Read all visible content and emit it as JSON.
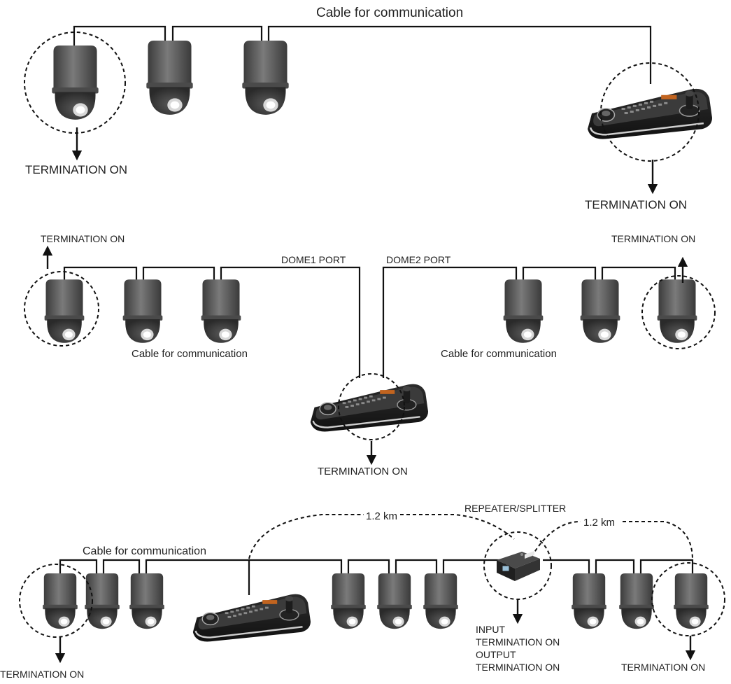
{
  "sections": [
    {
      "cable_label": "Cable for communication",
      "termination_cameras": "TERMINATION ON",
      "termination_keyboard": "TERMINATION ON"
    },
    {
      "termination_left": "TERMINATION ON",
      "termination_right": "TERMINATION ON",
      "dome1_port": "DOME1 PORT",
      "dome2_port": "DOME2 PORT",
      "cable_label_left": "Cable for communication",
      "cable_label_right": "Cable for communication",
      "termination_keyboard": "TERMINATION ON"
    },
    {
      "distance_left": "1.2 km",
      "distance_right": "1.2 km",
      "repeater_label": "REPEATER/SPLITTER",
      "cable_label": "Cable for communication",
      "termination_left": "TERMINATION ON",
      "termination_right": "TERMINATION ON",
      "repeater_notes": [
        "INPUT",
        "TERMINATION ON",
        "OUTPUT",
        "TERMINATION ON"
      ]
    }
  ],
  "colors": {
    "device": "#5e5e5e",
    "line": "#111111",
    "text": "#222222"
  },
  "icons": [
    "dome-camera-icon",
    "controller-keyboard-icon",
    "repeater-splitter-icon"
  ]
}
